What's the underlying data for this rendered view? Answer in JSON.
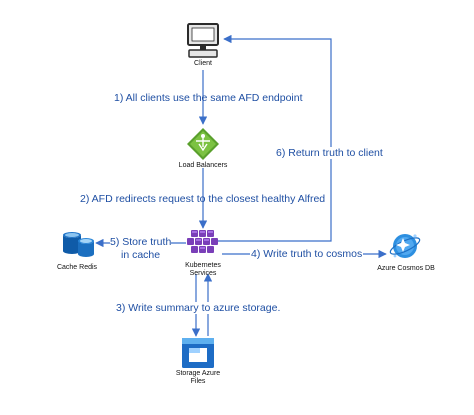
{
  "nodes": {
    "client": {
      "label": "Client",
      "icon": "monitor-icon"
    },
    "load_balancers": {
      "label": "Load Balancers",
      "icon": "load-balancer-icon"
    },
    "kubernetes": {
      "label_line1": "Kubernetes",
      "label_line2": "Services",
      "icon": "kubernetes-services-icon"
    },
    "cache_redis": {
      "label": "Cache Redis",
      "icon": "redis-cache-icon"
    },
    "cosmos": {
      "label": "Azure Cosmos DB",
      "icon": "cosmos-db-icon"
    },
    "storage": {
      "label_line1": "Storage Azure",
      "label_line2": "Files",
      "icon": "storage-files-icon"
    }
  },
  "edges": {
    "step1": "1) All clients use the same AFD endpoint",
    "step2": "2) AFD redirects request to the closest healthy Alfred",
    "step3": "3) Write summary to azure storage.",
    "step4": "4) Write truth to cosmos",
    "step5_line1": "5) Store truth",
    "step5_line2": "in cache",
    "step6": "6) Return truth to client"
  },
  "colors": {
    "arrow": "#3b6fc9",
    "text": "#1f4fa3"
  }
}
